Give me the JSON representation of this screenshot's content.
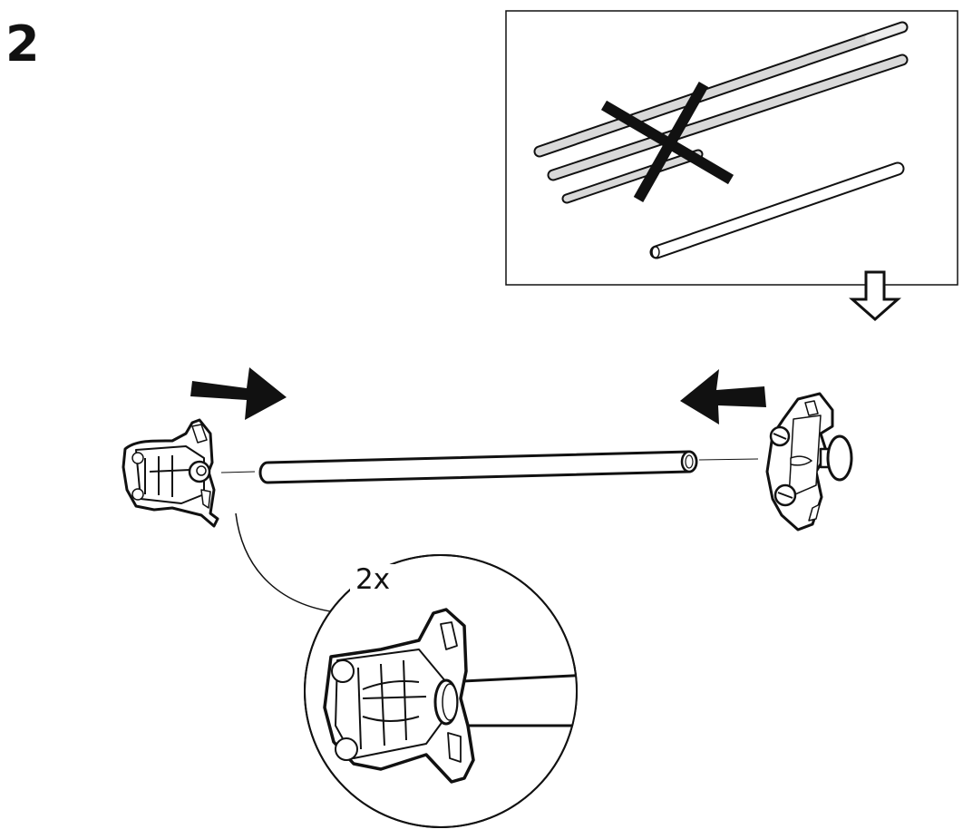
{
  "step": {
    "number": "2"
  },
  "detail": {
    "quantity_label": "2x"
  },
  "colors": {
    "ink": "#111111",
    "rod_fill": "#d9d9d9",
    "paper": "#ffffff"
  },
  "icons": [
    "wrong-choice-x-icon",
    "push-arrow-right-icon",
    "push-arrow-left-icon",
    "down-arrow-icon",
    "magnifier-callout"
  ]
}
